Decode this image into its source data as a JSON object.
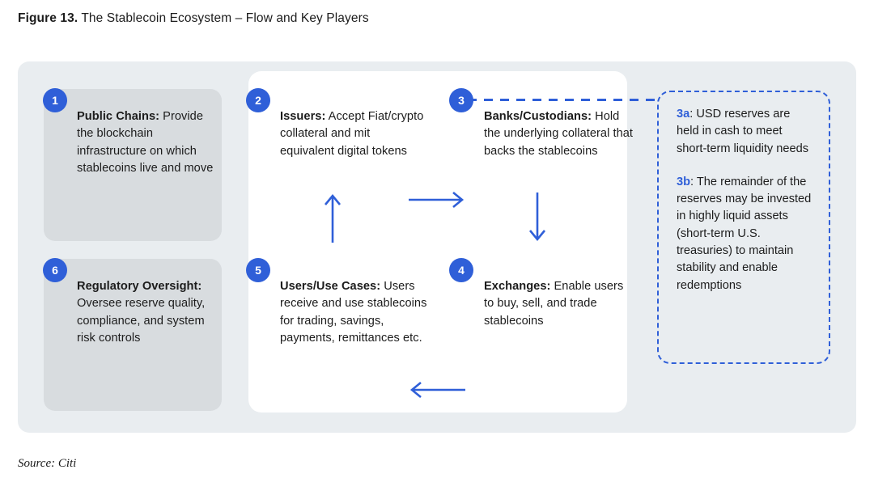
{
  "figure": {
    "label": "Figure 13.",
    "title": "The Stablecoin Ecosystem – Flow and Key Players"
  },
  "colors": {
    "accent_blue": "#2f5fd8",
    "outer_panel_bg": "#e9edf0",
    "center_panel_bg": "#ffffff",
    "gray_card_bg": "#d8dcdf",
    "text": "#1c1c1c"
  },
  "nodes": [
    {
      "number": "1",
      "name": "public-chains",
      "heading": "Public Chains:",
      "body": " Provide the blockchain infrastructure on which stablecoins live and move"
    },
    {
      "number": "2",
      "name": "issuers",
      "heading": "Issuers:",
      "body": " Accept Fiat/crypto collateral and mit equivalent digital tokens"
    },
    {
      "number": "3",
      "name": "banks-custodians",
      "heading": "Banks/Custodians:",
      "body": " Hold the underlying collateral that backs the stablecoins"
    },
    {
      "number": "4",
      "name": "exchanges",
      "heading": "Exchanges:",
      "body": " Enable users to buy, sell, and trade stablecoins"
    },
    {
      "number": "5",
      "name": "users-use-cases",
      "heading": "Users/Use Cases:",
      "body": " Users receive and use stablecoins for trading, savings, payments, remittances etc."
    },
    {
      "number": "6",
      "name": "regulatory-oversight",
      "heading": "Regulatory Oversight:",
      "body": " Oversee reserve quality, compliance, and system risk controls"
    }
  ],
  "reserves_box": {
    "item_a": {
      "tag": "3a",
      "text": ": USD reserves are held in cash to meet short-term liquidity needs"
    },
    "item_b": {
      "tag": "3b",
      "text": ": The remainder of the reserves may be invested in highly liquid assets (short-term U.S. treasuries) to maintain stability and enable redemptions"
    }
  },
  "arrows": [
    {
      "name": "arrow-up-users-to-issuers",
      "direction": "up"
    },
    {
      "name": "arrow-right-issuers-to-banks",
      "direction": "right"
    },
    {
      "name": "arrow-down-banks-to-exchanges",
      "direction": "down"
    },
    {
      "name": "arrow-left-exchanges-to-users",
      "direction": "left"
    }
  ],
  "source": "Source: Citi"
}
